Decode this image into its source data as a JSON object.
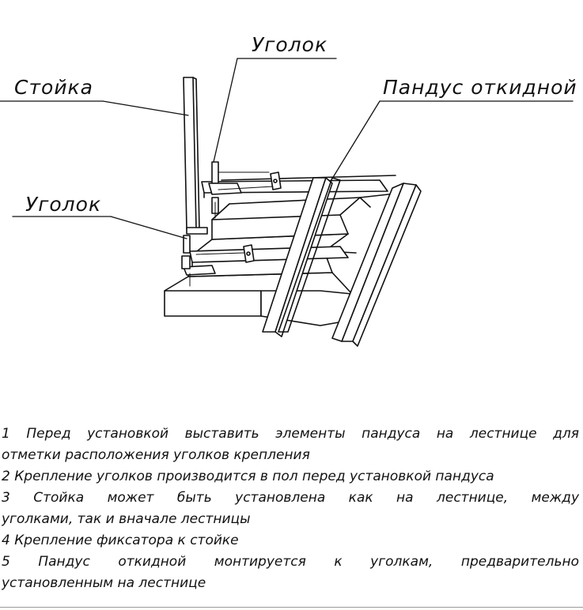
{
  "labels": {
    "stoika": "Стойка",
    "ugolok_top": "Уголок",
    "ugolok_left": "Уголок",
    "pandus": "Пандус откидной"
  },
  "notes": [
    "1 Перед установкой выставить элементы пандуса на лестнице для",
    "отметки расположения уголков крепления",
    "2 Крепление уголков производится в пол перед установкой пандуса",
    "3 Стойка может быть установлена как на лестнице, между",
    "уголками, так и вначале лестницы",
    "4  Крепление фиксатора к стойке",
    "5 Пандус  откидной  монтируется  к  уголкам,  предварительно",
    "установленным на лестнице"
  ]
}
